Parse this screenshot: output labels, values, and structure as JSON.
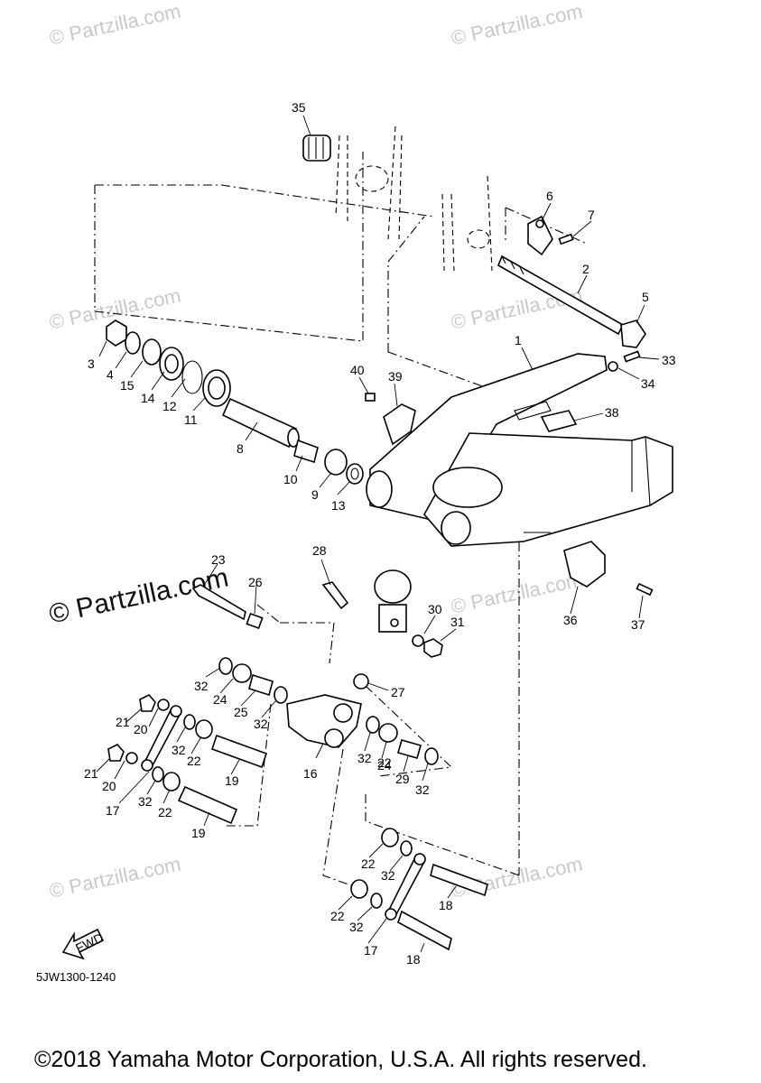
{
  "watermarks": {
    "small": "© Partzilla.com",
    "large": "© Partzilla.com"
  },
  "callouts": [
    "1",
    "2",
    "3",
    "4",
    "5",
    "6",
    "7",
    "8",
    "9",
    "10",
    "11",
    "12",
    "13",
    "14",
    "15",
    "16",
    "17",
    "17",
    "18",
    "18",
    "19",
    "19",
    "20",
    "20",
    "21",
    "21",
    "22",
    "22",
    "22",
    "22",
    "22",
    "23",
    "24",
    "24",
    "25",
    "26",
    "27",
    "28",
    "29",
    "30",
    "31",
    "32",
    "32",
    "32",
    "32",
    "32",
    "32",
    "32",
    "32",
    "33",
    "34",
    "35",
    "36",
    "37",
    "38",
    "39",
    "40"
  ],
  "fwd_label": "FWD",
  "diagram_code": "5JW1300-1240",
  "copyright": "©2018 Yamaha Motor Corporation, U.S.A. All rights reserved."
}
